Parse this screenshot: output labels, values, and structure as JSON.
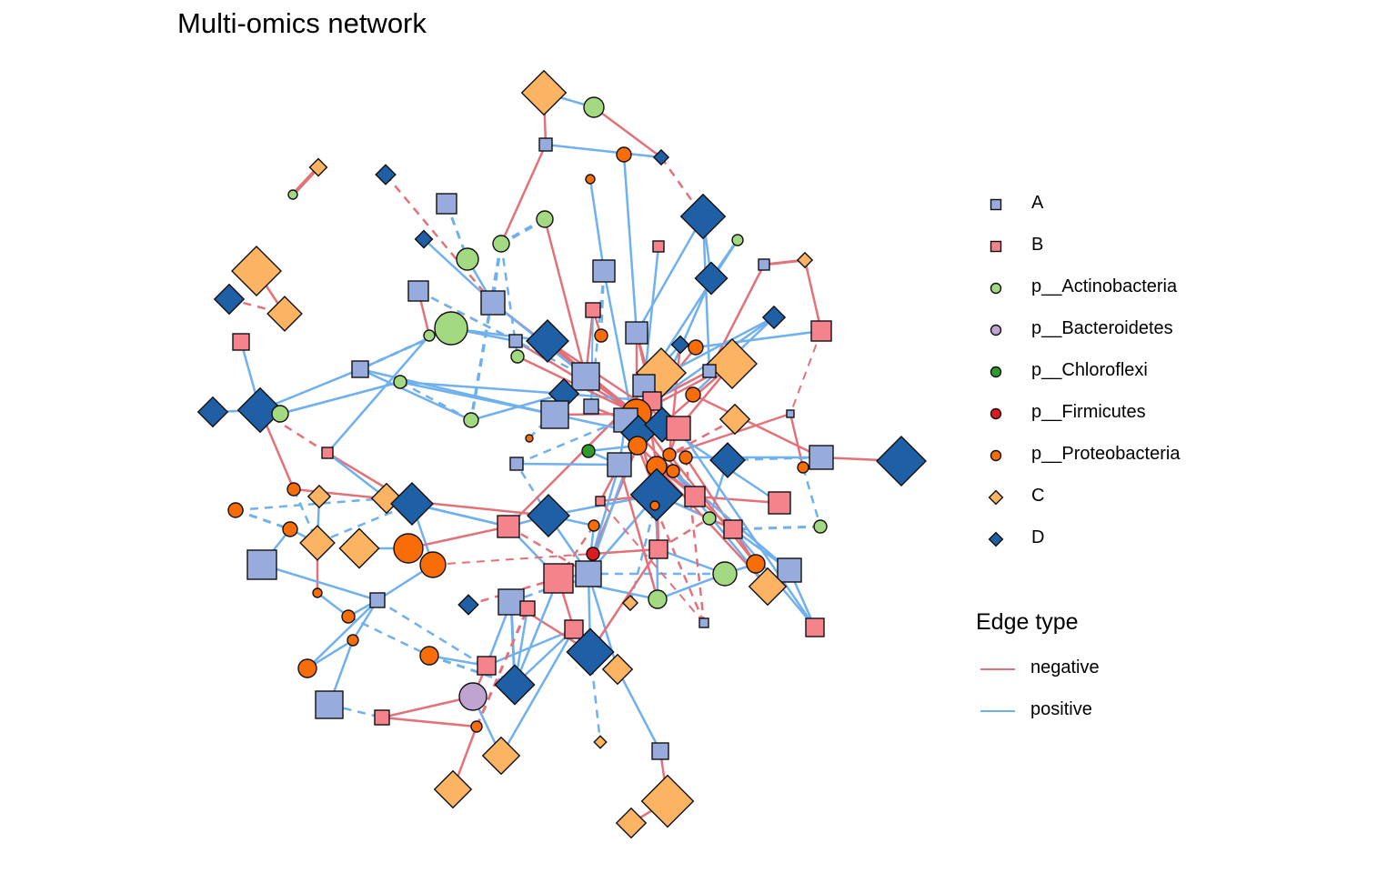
{
  "title": "Multi-omics network",
  "colors": {
    "A": "#97acdc",
    "B": "#f4838c",
    "Actinobacteria": "#a3d980",
    "Bacteroidetes": "#bfa3d0",
    "Chloroflexi": "#2e9b2e",
    "Firmicutes": "#dd1a22",
    "Proteobacteria": "#f96d09",
    "C": "#fdb462",
    "D": "#1f5fa6",
    "negative": "#e3717a",
    "positive": "#6fb0ee",
    "stroke": "#111111"
  },
  "legend": {
    "nodes": [
      {
        "key": "A",
        "label": "A",
        "shape": "square"
      },
      {
        "key": "B",
        "label": "B",
        "shape": "square"
      },
      {
        "key": "Actinobacteria",
        "label": "p__Actinobacteria",
        "shape": "circle"
      },
      {
        "key": "Bacteroidetes",
        "label": "p__Bacteroidetes",
        "shape": "circle"
      },
      {
        "key": "Chloroflexi",
        "label": "p__Chloroflexi",
        "shape": "circle"
      },
      {
        "key": "Firmicutes",
        "label": "p__Firmicutes",
        "shape": "circle"
      },
      {
        "key": "Proteobacteria",
        "label": "p__Proteobacteria",
        "shape": "circle"
      },
      {
        "key": "C",
        "label": "C",
        "shape": "diamond"
      },
      {
        "key": "D",
        "label": "D",
        "shape": "diamond"
      }
    ],
    "edge_title": "Edge type",
    "edges": [
      {
        "key": "negative",
        "label": "negative"
      },
      {
        "key": "positive",
        "label": "positive"
      }
    ]
  }
}
